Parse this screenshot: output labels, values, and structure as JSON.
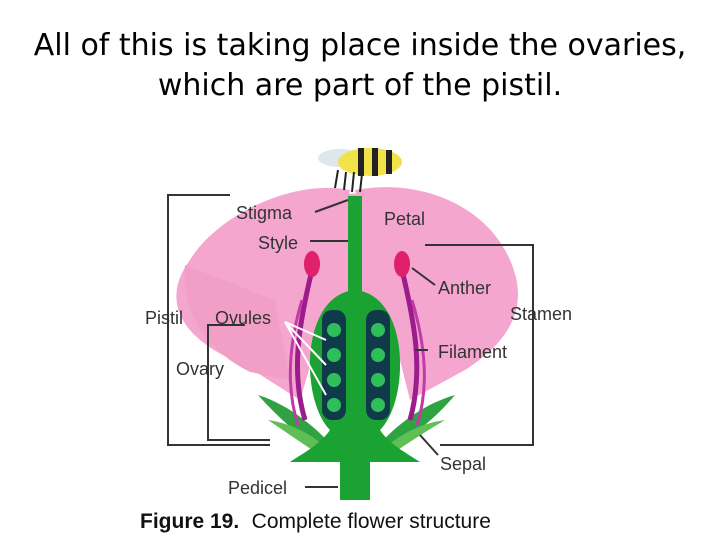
{
  "slide": {
    "title_line1": "All of this is taking place inside the ovaries,",
    "title_line2": "which are part of the pistil."
  },
  "diagram": {
    "labels": {
      "stigma": "Stigma",
      "style": "Style",
      "petal": "Petal",
      "anther": "Anther",
      "stamen": "Stamen",
      "pistil": "Pistil",
      "ovules": "Ovules",
      "filament": "Filament",
      "ovary": "Ovary",
      "sepal": "Sepal",
      "pedicel": "Pedicel"
    },
    "caption_bold": "Figure 19.",
    "caption_text": "Complete flower structure",
    "colors": {
      "petal": "#f4a6cf",
      "stem": "#1aa332",
      "ovule": "#0f3a4a",
      "anther": "#e0206a",
      "filament": "#9b1c8a",
      "bee": "#f2e24a"
    }
  }
}
